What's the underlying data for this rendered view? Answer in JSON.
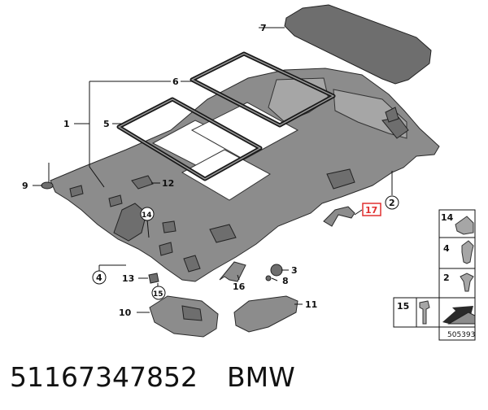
{
  "callouts": {
    "c1": "1",
    "c2": "2",
    "c3": "3",
    "c4": "4",
    "c5": "5",
    "c6": "6",
    "c7": "7",
    "c8": "8",
    "c9": "9",
    "c10": "10",
    "c11": "11",
    "c12": "12",
    "c13": "13",
    "c14": "14",
    "c15": "15",
    "c16": "16",
    "c17": "17"
  },
  "legend": {
    "items": [
      "14",
      "4",
      "2",
      "15"
    ],
    "code": "505393"
  },
  "caption": {
    "part_number": "51167347852",
    "brand": "BMW"
  },
  "colors": {
    "part_fill": "#8c8c8c",
    "highlight": "#e03030"
  }
}
